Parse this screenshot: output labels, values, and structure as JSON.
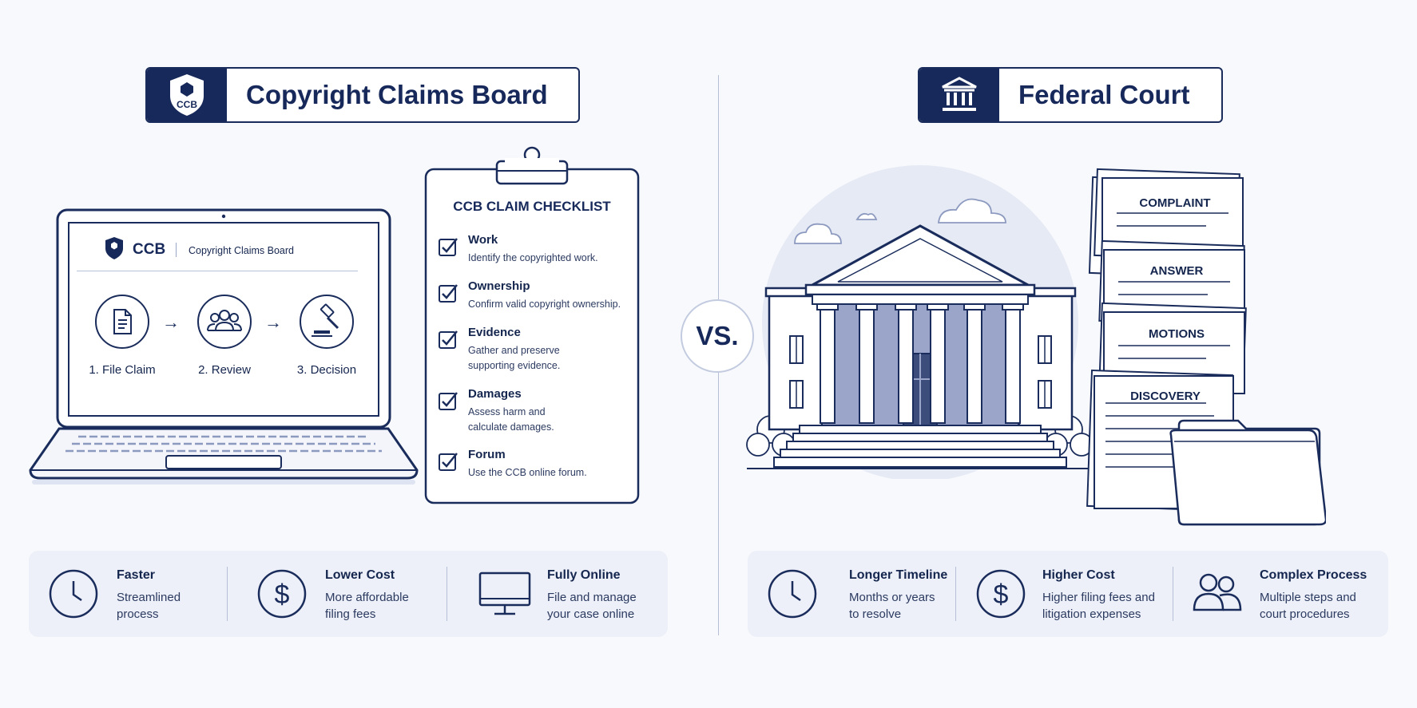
{
  "left": {
    "header_title": "Copyright Claims Board",
    "badge_text": "CCB",
    "screen": {
      "brand": "CCB",
      "subtitle": "Copyright Claims Board",
      "steps": [
        {
          "label": "1. File Claim",
          "icon": "document-icon"
        },
        {
          "label": "2. Review",
          "icon": "people-icon"
        },
        {
          "label": "3. Decision",
          "icon": "gavel-icon"
        }
      ]
    },
    "checklist": {
      "title": "CCB CLAIM CHECKLIST",
      "items": [
        {
          "title": "Work",
          "desc": "Identify the copyrighted work."
        },
        {
          "title": "Ownership",
          "desc": "Confirm valid copyright ownership."
        },
        {
          "title": "Evidence",
          "desc": "Gather and preserve supporting evidence."
        },
        {
          "title": "Damages",
          "desc": "Assess harm and calculate damages."
        },
        {
          "title": "Forum",
          "desc": "Use the CCB online forum."
        }
      ]
    },
    "features": [
      {
        "title": "Faster",
        "desc": "Streamlined process",
        "icon": "clock-icon"
      },
      {
        "title": "Lower Cost",
        "desc": "More affordable filing fees",
        "icon": "dollar-icon"
      },
      {
        "title": "Fully Online",
        "desc": "File and manage your case online",
        "icon": "monitor-icon"
      }
    ]
  },
  "vs_label": "VS.",
  "right": {
    "header_title": "Federal Court",
    "documents": [
      "COMPLAINT",
      "ANSWER",
      "MOTIONS",
      "DISCOVERY"
    ],
    "features": [
      {
        "title": "Longer Timeline",
        "desc": "Months or years to resolve",
        "icon": "clock-icon"
      },
      {
        "title": "Higher Cost",
        "desc": "Higher filing fees and litigation expenses",
        "icon": "dollar-icon"
      },
      {
        "title": "Complex Process",
        "desc": "Multiple steps and court procedures",
        "icon": "people-icon"
      }
    ]
  },
  "colors": {
    "navy": "#17295a",
    "panel": "#edf0f8",
    "accent": "#7f8fb8"
  }
}
